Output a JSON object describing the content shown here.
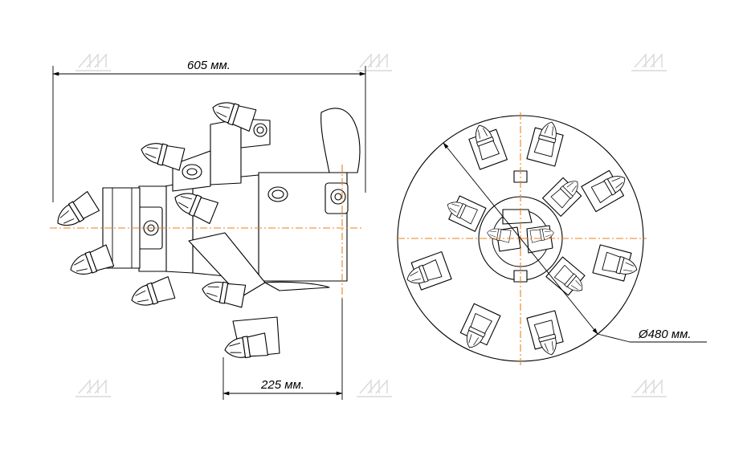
{
  "dimensions": {
    "overall_length": "605 мм.",
    "offset_length": "225 мм.",
    "diameter": "Ø480 мм."
  },
  "colors": {
    "lines": "#000000",
    "center_axes": "#e8821e",
    "watermark": "#d9d9d9"
  }
}
